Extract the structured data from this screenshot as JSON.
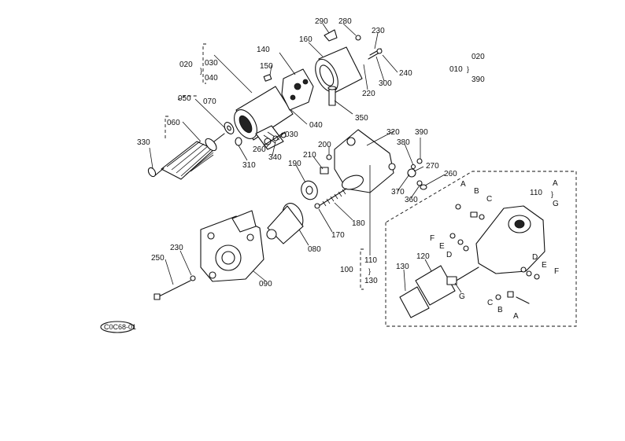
{
  "callouts": {
    "c010": "010",
    "c020": "020",
    "c030": "030",
    "c040": "040",
    "c050": "050",
    "c060": "060",
    "c070": "070",
    "c080": "080",
    "c090": "090",
    "c100": "100",
    "c110": "110",
    "c120": "120",
    "c130": "130",
    "c140": "140",
    "c150": "150",
    "c160": "160",
    "c170": "170",
    "c180": "180",
    "c190": "190",
    "c200": "200",
    "c210": "210",
    "c220": "220",
    "c230": "230",
    "c240": "240",
    "c250": "250",
    "c260": "260",
    "c270": "270",
    "c280": "280",
    "c290": "290",
    "c300": "300",
    "c310": "310",
    "c320": "320",
    "c330": "330",
    "c340": "340",
    "c350": "350",
    "c360": "360",
    "c370": "370",
    "c380": "380",
    "c390": "390"
  },
  "letters": {
    "A": "A",
    "B": "B",
    "C": "C",
    "D": "D",
    "E": "E",
    "F": "F",
    "G": "G"
  },
  "brace_marks": {
    "tilde": "}",
    "brace": "{"
  },
  "stamp": "C0C68-01"
}
